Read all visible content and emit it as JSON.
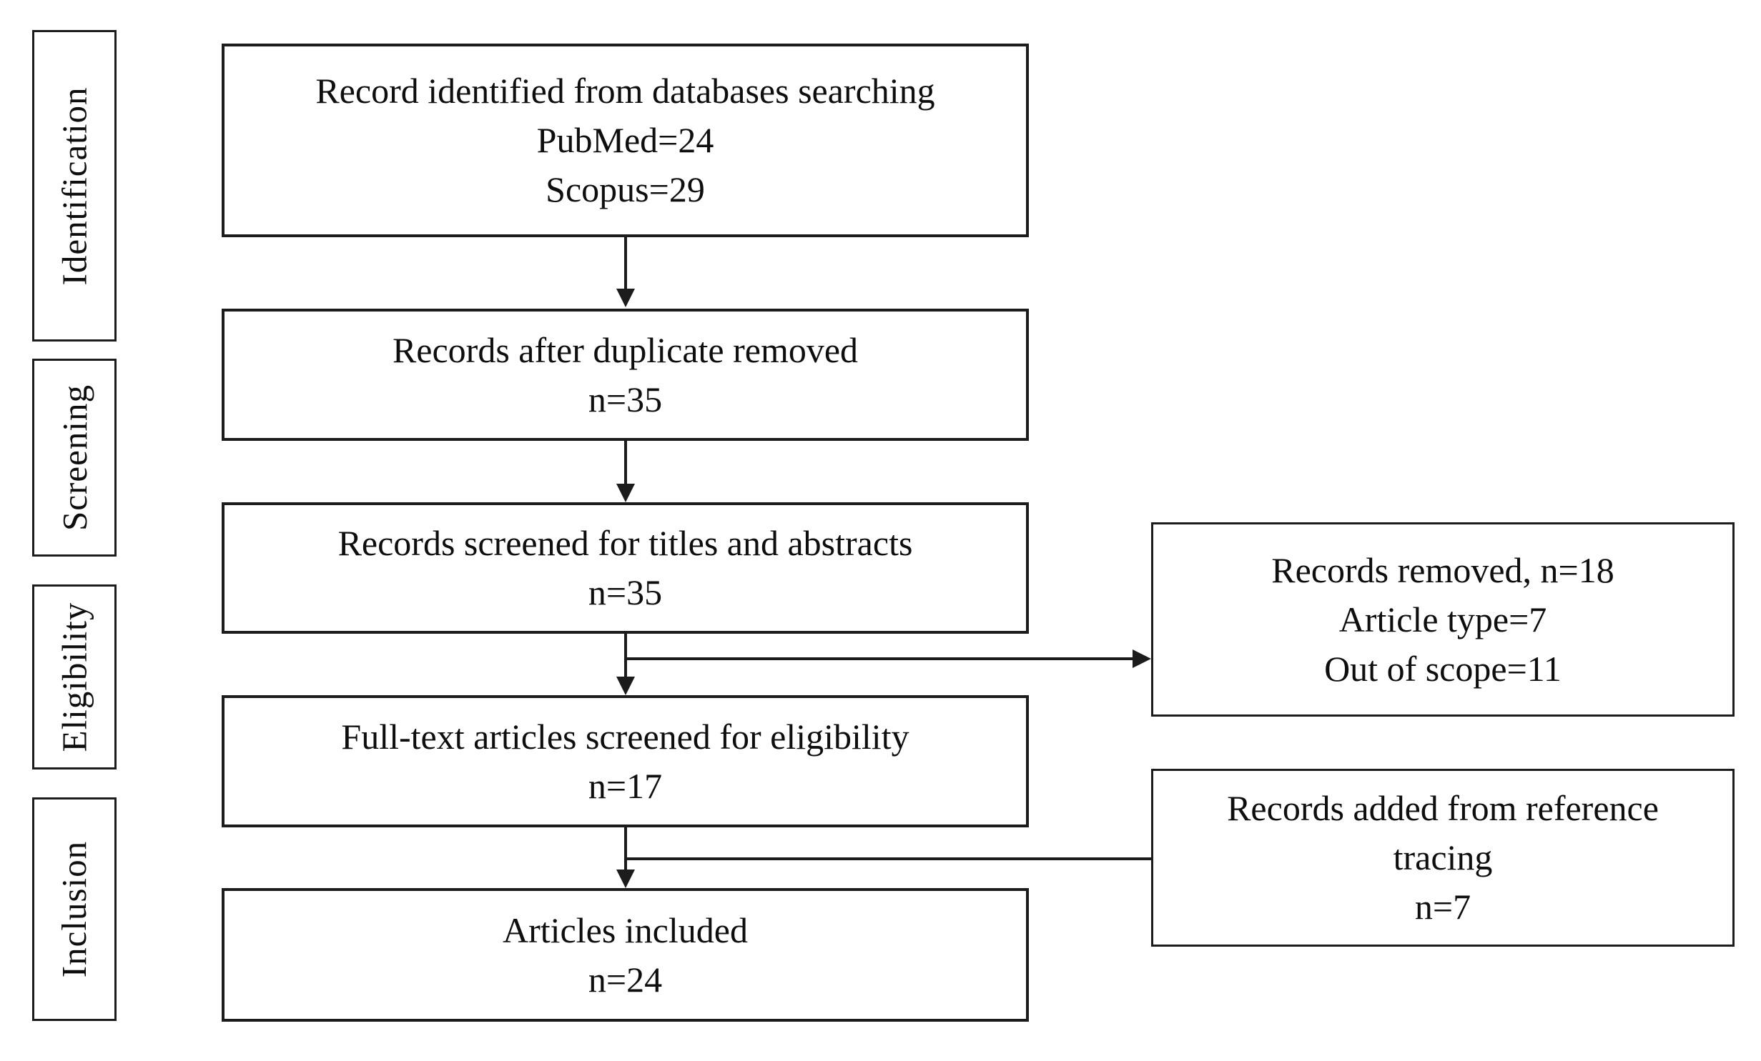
{
  "stages": [
    {
      "label": "Identification"
    },
    {
      "label": "Screening"
    },
    {
      "label": "Eligibility"
    },
    {
      "label": "Inclusion"
    }
  ],
  "main_boxes": [
    {
      "lines": [
        "Record identified from databases searching",
        "PubMed=24",
        "Scopus=29"
      ]
    },
    {
      "lines": [
        "Records after duplicate removed",
        "n=35"
      ]
    },
    {
      "lines": [
        "Records screened for titles and abstracts",
        "n=35"
      ]
    },
    {
      "lines": [
        "Full-text articles screened for eligibility",
        "n=17"
      ]
    },
    {
      "lines": [
        "Articles included",
        "n=24"
      ]
    }
  ],
  "side_boxes": [
    {
      "lines": [
        "Records removed, n=18",
        "Article type=7",
        "Out of scope=11"
      ]
    },
    {
      "lines": [
        "Records added from reference tracing",
        "n=7"
      ]
    }
  ],
  "colors": {
    "border": "#1c1c1c",
    "text": "#0e0e0e",
    "background": "#ffffff"
  }
}
